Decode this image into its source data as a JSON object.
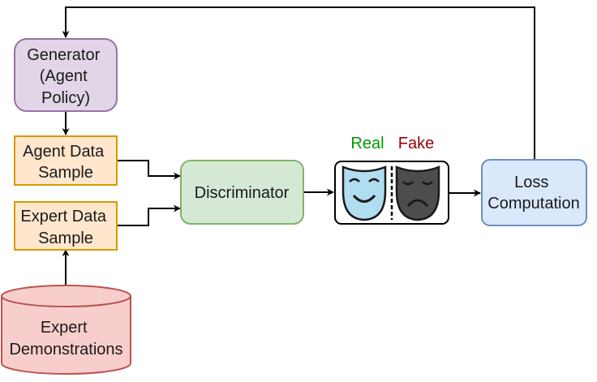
{
  "nodes": {
    "generator": {
      "lines": [
        "Generator",
        "(Agent",
        "Policy)"
      ],
      "fill": "#e1d5e7",
      "stroke": "#9673a6"
    },
    "agent_sample": {
      "lines": [
        "Agent Data",
        "Sample"
      ],
      "fill": "#ffe6cc",
      "stroke": "#d79b00"
    },
    "expert_sample": {
      "lines": [
        "Expert Data",
        "Sample"
      ],
      "fill": "#ffe6cc",
      "stroke": "#d79b00"
    },
    "discriminator": {
      "lines": [
        "Discriminator"
      ],
      "fill": "#d5e8d4",
      "stroke": "#82b366"
    },
    "loss": {
      "lines": [
        "Loss",
        "Computation"
      ],
      "fill": "#dae8fc",
      "stroke": "#6c8ebf"
    },
    "demonstrations": {
      "lines": [
        "Expert",
        "Demonstrations"
      ],
      "fill": "#f8cecc",
      "stroke": "#b85450"
    }
  },
  "verdict": {
    "real_label": "Real",
    "fake_label": "Fake",
    "real_color": "#009900",
    "fake_color": "#990000",
    "real_mask_color": "#b1ddf0",
    "fake_mask_color": "#4d4d4d",
    "icon": "comedy-tragedy-masks-icon"
  },
  "edge_color": "#000000"
}
